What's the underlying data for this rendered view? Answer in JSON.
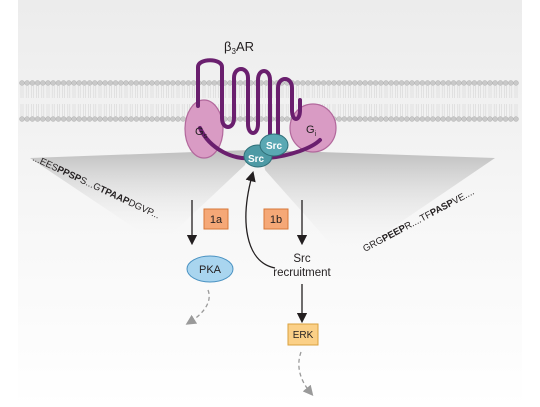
{
  "receptor": {
    "label": "β3AR",
    "name": "β",
    "subscript": "3",
    "suffix": "AR"
  },
  "proteins": {
    "gs": {
      "name": "G",
      "subscript": "s"
    },
    "gi": {
      "name": "G",
      "subscript": "i"
    },
    "src_front": "Src",
    "src_back": "Src"
  },
  "sequences": {
    "left": [
      {
        "text": "...",
        "bold": false
      },
      {
        "text": "EES",
        "bold": false
      },
      {
        "text": "PPSP",
        "bold": true
      },
      {
        "text": "S...",
        "bold": false
      },
      {
        "text": "G",
        "bold": false
      },
      {
        "text": "TPAAP",
        "bold": true
      },
      {
        "text": "DGVP...",
        "bold": false
      }
    ],
    "right": [
      {
        "text": "GRG",
        "bold": false
      },
      {
        "text": "PEEP",
        "bold": true
      },
      {
        "text": "R....",
        "bold": false
      },
      {
        "text": "TF",
        "bold": false
      },
      {
        "text": "PASP",
        "bold": true
      },
      {
        "text": "VE....",
        "bold": false
      }
    ]
  },
  "pathways": {
    "box_1a": "1a",
    "box_1b": "1b",
    "pka": "PKA",
    "src_recruitment_line1": "Src",
    "src_recruitment_line2": "recruitment",
    "erk": "ERK"
  },
  "colors": {
    "membrane_head": "#c9c9c9",
    "receptor": "#6a1f6e",
    "g_protein": "#d99bc4",
    "src": "#4e9aa5",
    "box": "#f5a877",
    "pka": "#a9d5ef",
    "erk_box": "#fbd087",
    "funnel": "#bfbfbf",
    "background_panel": "#ececec"
  }
}
